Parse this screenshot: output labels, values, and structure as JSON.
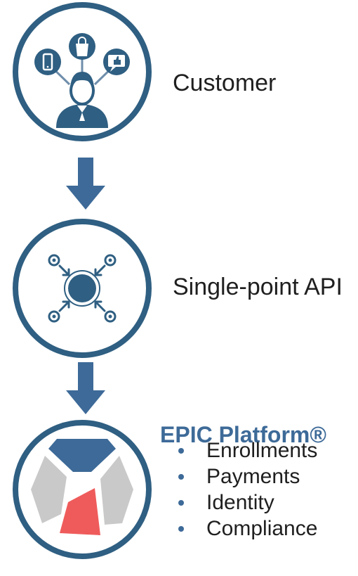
{
  "colors": {
    "circle_stroke": "#2f5f82",
    "arrow": "#3d6a98",
    "icon_blue": "#2f5f82",
    "accent_red": "#ef5b5b",
    "accent_gray": "#c9c9c9"
  },
  "steps": [
    {
      "label": "Customer",
      "icon": "customer-devices-icon"
    },
    {
      "label": "Single-point API",
      "icon": "hub-network-icon"
    },
    {
      "label": "",
      "icon": "epic-logo-icon"
    }
  ],
  "platform": {
    "title": "EPIC Platform®",
    "features": [
      "Enrollments",
      "Payments",
      "Identity",
      "Compliance"
    ]
  }
}
